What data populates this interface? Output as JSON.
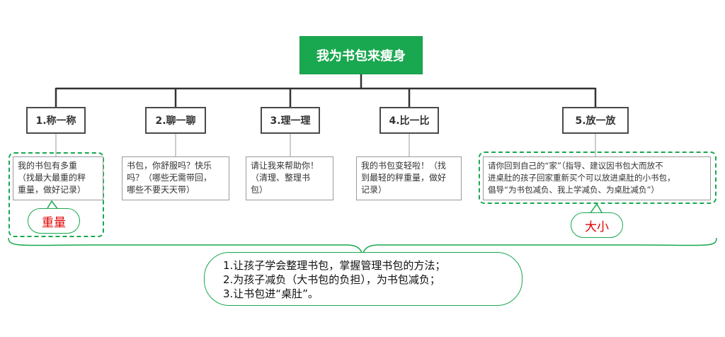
{
  "title": "我为书包来瘦身",
  "steps": [
    {
      "label": "1.称一称",
      "description": "我的书包有多重\n（找最大最重的秤\n重量，做好记录）"
    },
    {
      "label": "2.聊一聊",
      "description": "书包，你舒服吗？快乐\n吗？（哪些无需带回，\n哪些不要天天带）"
    },
    {
      "label": "3.理一理",
      "description": "请让我来帮助你！\n（清理、整理书\n包）"
    },
    {
      "label": "4.比一比",
      "description": "我的书包变轻啦！（找\n到最轻的秤重量，做好\n记录）"
    },
    {
      "label": "5.放一放",
      "description": "请你回到自己的“家”（指导、建议因书包大而放不\n进桌肚的孩子回家重新买个可以放进桌肚的小书包，\n倡导“为书包减负、我上学减负、为桌肚减负”）"
    }
  ],
  "callouts": {
    "weight": "重量",
    "size": "大小"
  },
  "summary": [
    "1.让孩子学会整理书包，掌握管理书包的方法；",
    "2.为孩子减负（大书包的负担），为书包减负；",
    "3.让书包进“桌肚”。"
  ],
  "colors": {
    "accent": "#19a84f",
    "callout_text": "#e00000",
    "connector": "#333333"
  }
}
